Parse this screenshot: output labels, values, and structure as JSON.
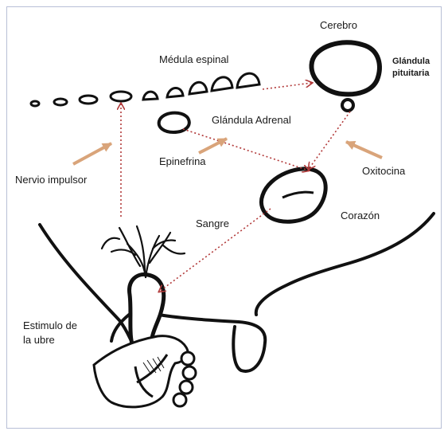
{
  "diagram": {
    "labels": {
      "cerebro": "Cerebro",
      "glandula_pituitaria_line1": "Glándula",
      "glandula_pituitaria_line2": "pituitaria",
      "medula_espinal": "Médula espinal",
      "glandula_adrenal": "Glándula Adrenal",
      "epinefrina": "Epinefrina",
      "oxitocina": "Oxitocina",
      "nervio_impulsor": "Nervio impulsor",
      "sangre": "Sangre",
      "corazon": "Corazón",
      "estimulo_line1": "Estimulo de",
      "estimulo_line2": "la ubre"
    },
    "colors": {
      "pointer_arrow": "#d9a47a",
      "flow_dotted": "#b23a3a",
      "ink": "#111111",
      "frame_border": "#b8bfd6"
    }
  }
}
